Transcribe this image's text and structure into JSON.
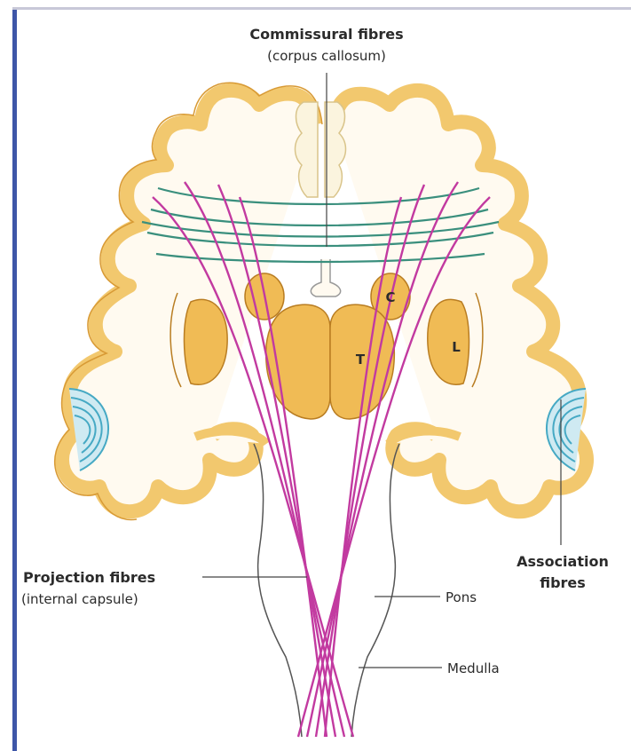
{
  "labels": {
    "commissural_title": "Commissural fibres",
    "commissural_sub": "(corpus callosum)",
    "projection_title": "Projection fibres",
    "projection_sub": "(internal capsule)",
    "association_line1": "Association",
    "association_line2": "fibres",
    "pons": "Pons",
    "medulla": "Medulla",
    "caudate": "C",
    "thalamus": "T",
    "lentiform": "L"
  },
  "colors": {
    "cortex": "#f2c86e",
    "cortex_edge": "#d89a35",
    "nucleus": "#f0bb55",
    "white_matter": "#fffaf0",
    "commissural": "#3a8f7d",
    "projection": "#c23aa0",
    "association": "#46a9c4",
    "association_fill": "#cfeaf2",
    "frame_left": "#3e56a8",
    "frame_top": "#c8c8d8"
  }
}
